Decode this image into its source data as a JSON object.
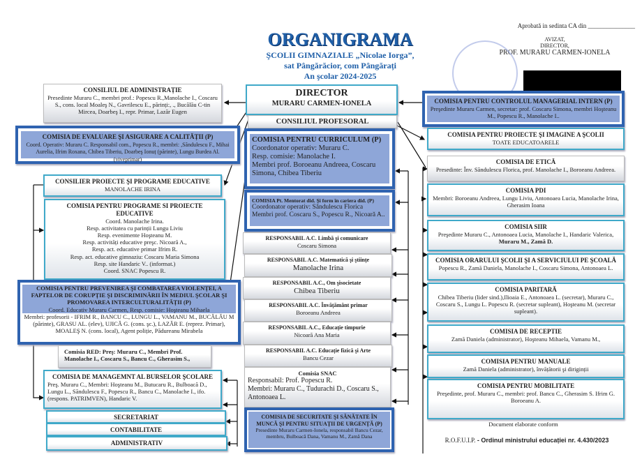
{
  "header": {
    "title": "ORGANIGRAMA",
    "line1": "ŞCOLII GIMNAZIALE „Nicolae Iorga”,",
    "line2": "sat Pângărăcior, com Pângărați",
    "year": "An şcolar 2024-2025"
  },
  "approval": {
    "text": "Aprobată in sedinta CA din _______________",
    "avizat": "AVIZAT,",
    "director": "DIRECTOR,",
    "name": "PROF. MURARU CARMEN-IONELA"
  },
  "left": {
    "ca": {
      "title": "CONSILIUL DE ADMINISTRAȚIE",
      "text": "Presedinte Muraru C., membri prof.: Popescu R.,Manolache I., Coscaru S., cons. local Moaleş N., Gavrilescu E., părinți:, ., Bucălău C-tin Mircea, Doarbeş I., repr. Primar, Lazăr Eugen"
    },
    "ceac": {
      "title": "COMISIA DE EVALUARE ŞI ASIGURARE A CALITĂȚII (P)",
      "text": "Coord. Operativ: Muraru C. Responsabil com., Popescu R., membri: ,Săndulescu F., Mihai Aurelia, Ifrim Roxana, Chibea Tiberiu, Doarbeş Ionuț (părinte), Lungu Burdea Al. (viveprimar)"
    },
    "consilier": {
      "title": "CONSILIER PROIECTE ŞI PROGRAME EDUCATIVE",
      "text": "MANOLACHE IRINA"
    },
    "programe": {
      "title": "COMISIA PENTRU PROGRAME SI PROIECTE EDUCATIVE",
      "lines": [
        "Coord. Manolache Irina.",
        "Resp. activitatea cu parinții Lungu Liviu",
        "Resp. evenimente Hoşteanu M.",
        "Resp. activități educative preşc. Nicoară A.,",
        "Resp. act. educative primar Ifrim R.",
        "Resp. act. educative gimnaziu: Coscaru Maria Simona",
        "Resp. site Handaric V.. (informat.)",
        "Coord. SNAC Popescu R."
      ]
    },
    "violenta": {
      "title": "COMISIA PENTRU PREVENIREA ŞI COMBATAREA VIOLENȚEI, A FAPTELOR DE CORUPȚIE ŞI DISCRIMINĂRII ÎN MEDIUL ŞCOLAR ŞI PROMOVAREA INTERCULTURALITĂȚII (P)",
      "coord": "Coord. Educativ Muraru Carmen, Resp. comisie: Hoşteanu Mihaela",
      "text": "Membri: profesorii - IFRIM R., BANCU C., LUNGU L., VAMANU M., BUCĂLĂU M (părinte), GRASU AL. (elev), UJICĂ G. (cons. şc.), LAZĂR E. (reprez. Primar), MOALEŞ N. (cons. local), Agent poliție, Pădureanu Mirabela"
    },
    "red": {
      "text": "Comisia RED: Preş: Muraru C., Membri Prof. Manolache I., Coscaru S., Bancu C., Gherasim S.,"
    },
    "burse": {
      "title": "COMISIA DE MANAGEMNT AL BURSELOR ŞCOLARE",
      "text": "Preş. Muraru C., Membri: Hoşteanu M., Butucaru R., Bulboacă D., Lungu L., Săndulescu F., Popescu R., Bancu C., Manolache I., ifo. (respons. PATRIMVEN), Handaric V."
    },
    "secretariat": "SECRETARIAT",
    "contabilitate": "CONTABILITATE",
    "administrativ": "ADMINISTRATIV"
  },
  "center": {
    "director": {
      "title": "DIRECTOR",
      "name": "MURARU CARMEN-IONELA"
    },
    "consiliul": "CONSILIUL PROFESORAL",
    "curriculum": {
      "title": "COMISIA  PENTRU CURRICULUM (P)",
      "lines": [
        "Coordonator operativ: Muraru C.",
        "Resp. comisie: Manolache I.",
        "Membri prof. Boroeanu Andreea, Coscaru Simona, Chibea Tiberiu"
      ]
    },
    "mentorat": {
      "title": "COMISIA  Pt. Mentorat did. Şi form în cariera did. (P)",
      "lines": [
        "Coordonator operativ: Săndulescu Florica",
        "Membri prof. Coscaru S., Popescu R., Nicoară A.."
      ]
    },
    "responsabili": [
      {
        "title": "RESPONSABIL A.C. Limbă şi comunicare",
        "name": "Coscaru Simona"
      },
      {
        "title": "RESPONSABIL A.C. Matematică şi ştiințe",
        "name": "Manolache Irina"
      },
      {
        "title": "RESPONSABIL A.C., Om şisocietate",
        "name": "Chibea Tiberiu"
      },
      {
        "title": "RESPONSABIL A.C.  Învățământ primar",
        "name": "Boroeanu Andreea"
      },
      {
        "title": "RESPONSABIL A.C., Educație timpurie",
        "name": "Nicoară Ana Maria"
      },
      {
        "title": "RESPONSABIL A.C. Educație fizică şi Arte",
        "name": "Bancu Cezar"
      }
    ],
    "snac": {
      "title": "Comisia SNAC",
      "lines": [
        "Responsabil: Prof. Popescu R.",
        "Membri: Muraru C., Tudurachi D., Coscaru S., Antonoaea L."
      ]
    },
    "securitate": {
      "title": "COMISIA DE SECURITATE ŞI SĂNĂTATE ÎN MUNCĂ ŞI PENTRU SITUAȚII DE URGENȚĂ (P)",
      "text": "Presedinte Muraru Carmen-Ionela, responsabil Bancu Cezar, membru, Bulboacă Dana, Vamanu M., Zamă Dana"
    }
  },
  "right": [
    {
      "title": "COMISIA PENTRU CONTROLUL MANAGERIAL INTERN (P)",
      "text": "Preşedinte Muraru Carmen, secretar: prof. Coscaru Simona, membri Hoşteanu M., Popescu R., Manolache I.."
    },
    {
      "title": "COMISIA PENTRU PROIECTE ŞI IMAGINE A ŞCOLII",
      "text": "TOATE EDUCATOARELE"
    },
    {
      "title": "COMISIA DE ETICĂ",
      "text": "Presedinte: Înv. Săndulescu Florica, prof. Manolache I., Boroeanu Andreea."
    },
    {
      "title": "COMISIA PDI",
      "text": "Membri: Boroeanu Andreea, Lungu Liviu, Antonoaea Lucia, Manolache Irina, Gherasim Ioana"
    },
    {
      "title": "COMISIA SIIR",
      "text": "Preşedinte  Muraru C., Antonoaea Lucia, Manolache I., Handaric Valerica,",
      "bold": "Muraru M., Zamă D."
    },
    {
      "title": "COMISIA ORARULUI ŞCOLII ŞI A SERVICIULUI PE ŞCOALĂ",
      "text": "Popescu R., Zamă Daniela, Manolache I., Coscaru Simona, Antonoaea L."
    },
    {
      "title": "COMISIA PARITARĂ",
      "text": "Chibea Tiberiu (lider sind.),Ilioaia E., Antonoaea L. (secretar), Muraru C., Coscaru S., Lungu L. Popescu R. (secretar supleant), Hoşteanu M. (secretar supleant)."
    },
    {
      "title": "COMISIA DE RECEPTIE",
      "text": "Zamă Daniela (administrator), Hoşteanu Mihaela, Vamanu M.,"
    },
    {
      "title": "COMISIA  PENTRU MANUALE",
      "text": "Zamă Daniela (administrator), învățătorii şi diriginții"
    },
    {
      "title": "COMISIA  PENTRU MOBILITATE",
      "text": "Preşedinte, prof. Muraru C., membri: prof. Bancu C., Gherasim S. Ifrim G. Boroeanu A."
    }
  ],
  "footer": {
    "line1": "Document elaborate conform",
    "line2a": "R.O.F.U.I.P.",
    "line2b": " - Ordinul ministrului educației nr. 4.430/2023"
  },
  "colors": {
    "title": "#1f5fa8",
    "boxBorder": "#3fa9c9",
    "darkBorder": "#2f63b0",
    "fill": "#8ea6d8"
  }
}
